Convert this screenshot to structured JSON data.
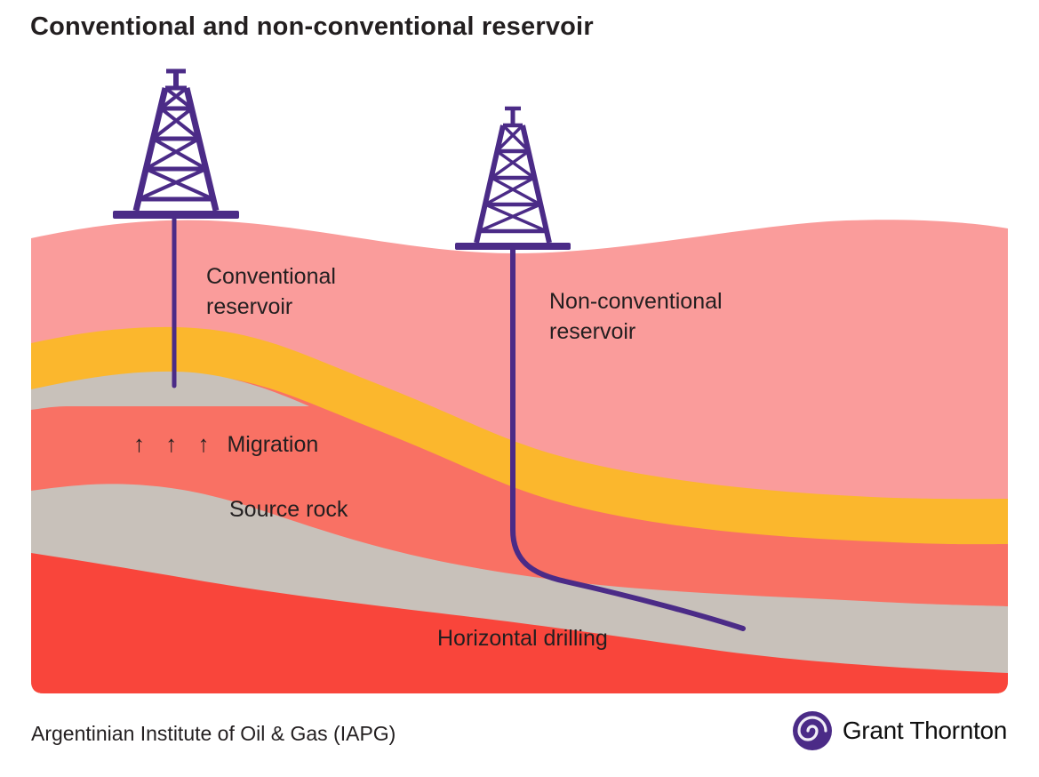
{
  "title": "Conventional and non-conventional reservoir",
  "diagram": {
    "labels": {
      "conventional_line1": "Conventional",
      "conventional_line2": "reservoir",
      "nonconventional_line1": "Non-conventional",
      "nonconventional_line2": "reservoir",
      "migration_arrows": "↑ ↑ ↑",
      "migration": "Migration",
      "source_rock": "Source rock",
      "horizontal_drilling": "Horizontal drilling"
    },
    "layers": [
      {
        "name": "surface-pink-layer",
        "color_key": "layer_surface_pink"
      },
      {
        "name": "yellow-band-layer",
        "color_key": "layer_yellow_band"
      },
      {
        "name": "salmon-layer",
        "color_key": "layer_salmon"
      },
      {
        "name": "gray-reservoir-lens",
        "color_key": "layer_gray_rock"
      },
      {
        "name": "source-rock-gray-band",
        "color_key": "layer_gray_rock"
      },
      {
        "name": "deep-red-layer",
        "color_key": "layer_deep_red"
      }
    ],
    "icons": {
      "left_rig": "oil-derrick-icon",
      "right_rig": "oil-derrick-icon"
    }
  },
  "colors": {
    "brand_purple": "#4B2B87",
    "layer_surface_pink": "#FA9C9B",
    "layer_yellow_band": "#FBB72D",
    "layer_salmon": "#F97164",
    "layer_gray_rock": "#C8C1BA",
    "layer_deep_red": "#F9453B",
    "text_dark": "#231F20",
    "background": "#FFFFFF"
  },
  "footer": {
    "source": "Argentinian Institute of Oil & Gas (IAPG)",
    "brand": "Grant Thornton",
    "brand_mark_icon": "grant-thornton-swirl-icon"
  }
}
